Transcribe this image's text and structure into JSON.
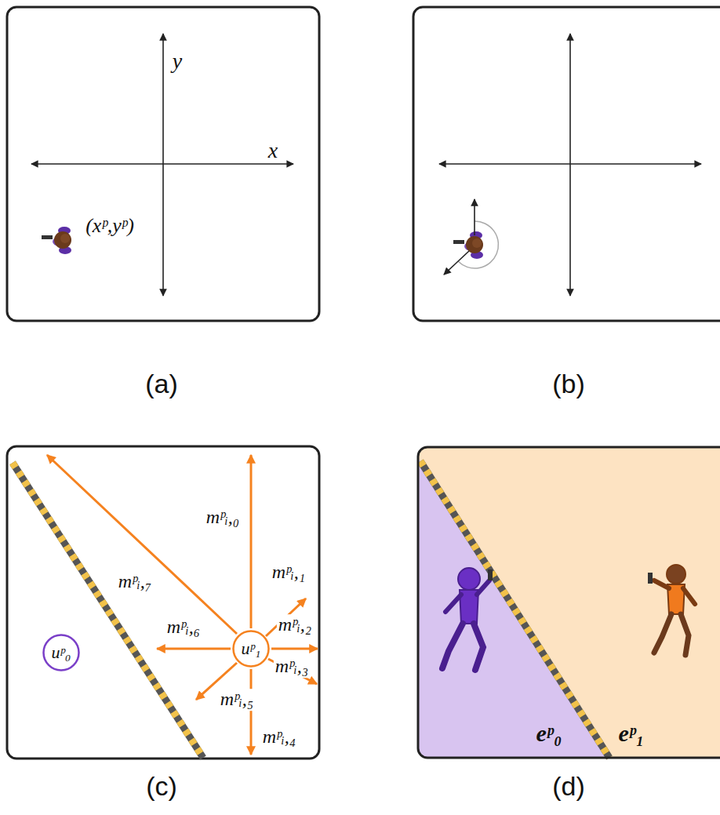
{
  "diagram": {
    "nodes": [
      {
        "text": [
          "uᵖ₀"
        ]
      },
      {
        "text": [
          "uᵖ₁"
        ]
      }
    ],
    "labels": [
      "y",
      "x",
      "(xᵖ,yᵖ)",
      "(a)",
      "(b)",
      "mᵖᵢ,₀",
      "mᵖᵢ,₇",
      "mᵖᵢ,₁",
      "mᵖᵢ,₂",
      "mᵖᵢ,₃",
      "mᵖᵢ,₄",
      "mᵖᵢ,₅",
      "mᵖᵢ,₆",
      "eᵖ₀",
      "eᵖ₁",
      "(c)",
      "(d)"
    ]
  }
}
